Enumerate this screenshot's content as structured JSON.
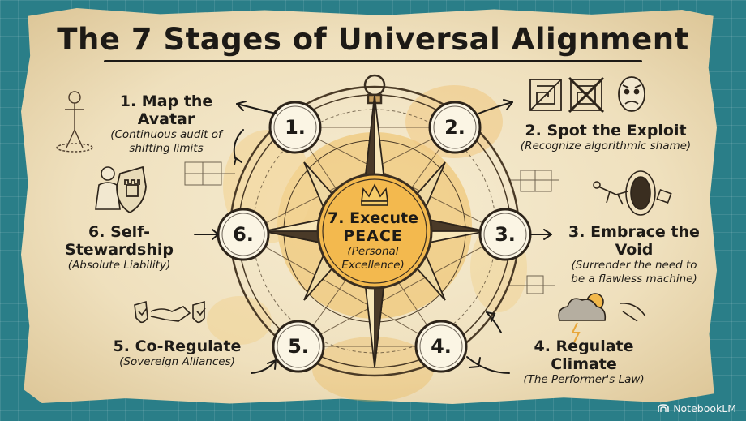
{
  "title": "The 7 Stages of Universal Alignment",
  "stages": [
    {
      "number": "1.",
      "title": "1. Map the Avatar",
      "subtitle_line1": "(Continuous audit of",
      "subtitle_line2": "shifting limits"
    },
    {
      "number": "2.",
      "title": "2. Spot the Exploit",
      "subtitle_line1": "(Recognize algorithmic shame)"
    },
    {
      "number": "3.",
      "title": "3. Embrace the Void",
      "subtitle_line1": "(Surrender the need to",
      "subtitle_line2": "be a flawless machine)"
    },
    {
      "number": "4.",
      "title": "4. Regulate Climate",
      "subtitle_line1": "(The Performer's Law)"
    },
    {
      "number": "5.",
      "title": "5. Co-Regulate",
      "subtitle_line1": "(Sovereign Alliances)"
    },
    {
      "number": "6.",
      "title": "6. Self-Stewardship",
      "subtitle_line1": "(Absolute Liability)"
    }
  ],
  "center": {
    "line1": "7. Execute",
    "line2": "PEACE",
    "line3": "(Personal",
    "line4": "Excellence)"
  },
  "badge": {
    "label": "NotebookLM"
  },
  "icons": [
    "crown-icon",
    "figure-outline-icon",
    "maze-icon",
    "crossed-maze-icon",
    "worried-face-icon",
    "void-figure-icon",
    "armor-figure-icon",
    "castle-shield-icon",
    "handshake-icon",
    "storm-cloud-icon"
  ],
  "colors": {
    "ink": "#1e1b17",
    "accent": "#e8a63a",
    "parchment": "#f2e6c8",
    "blueprint": "#2a7e88"
  }
}
